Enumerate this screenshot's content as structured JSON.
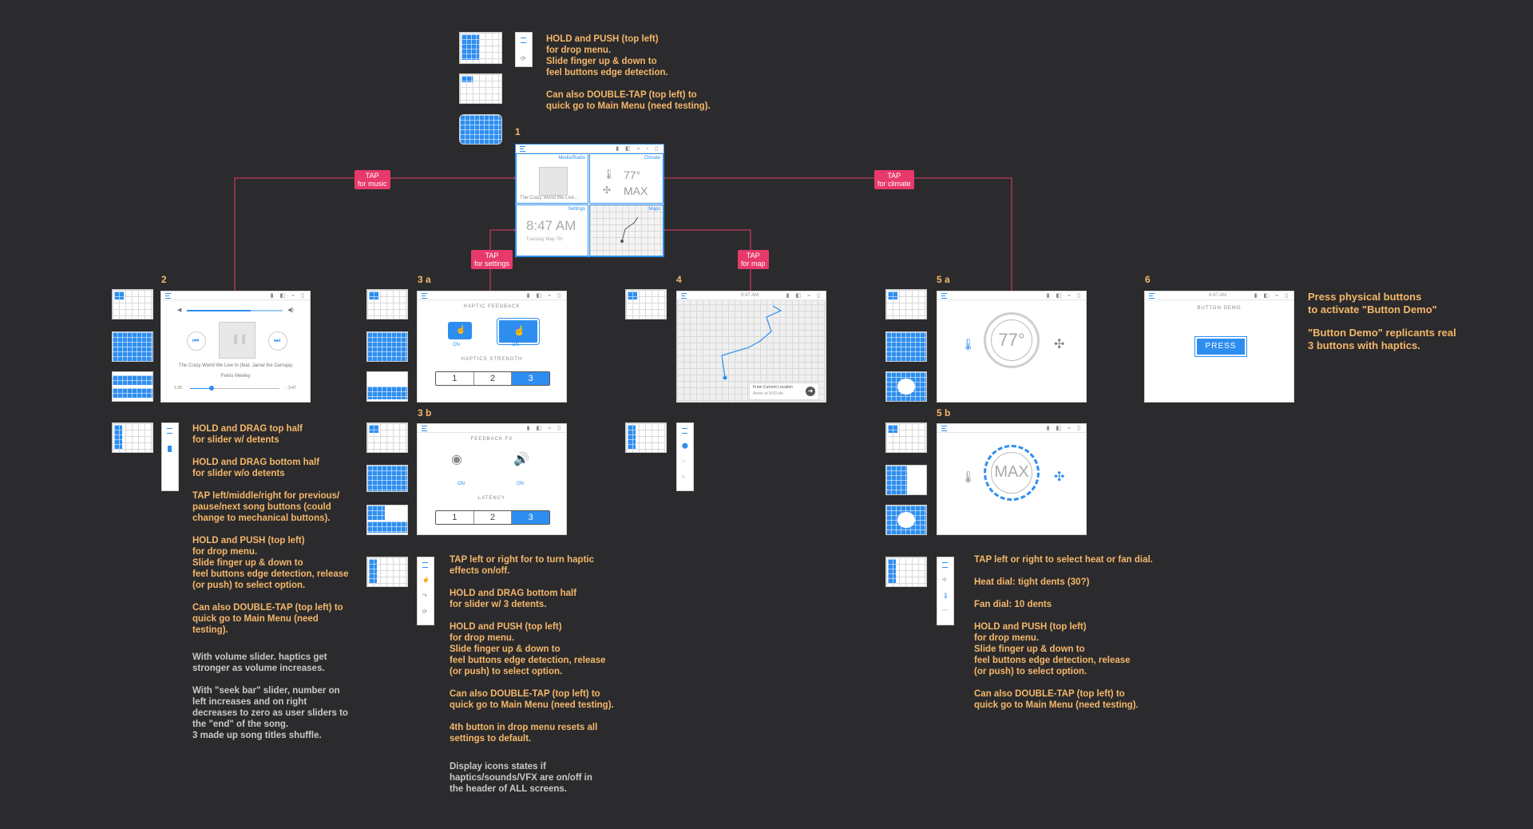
{
  "header_notes": {
    "top_right": "HOLD and PUSH (top left)\nfor drop menu.\nSlide finger up & down to\nfeel buttons edge detection.\n\nCan also DOUBLE-TAP (top left) to\nquick go to Main Menu (need testing)."
  },
  "screen_numbers": {
    "s1": "1",
    "s2": "2",
    "s3a": "3 a",
    "s3b": "3 b",
    "s4": "4",
    "s5a": "5 a",
    "s5b": "5 b",
    "s6": "6"
  },
  "tags": {
    "music": "TAP\nfor music",
    "settings": "TAP\nfor settings",
    "map": "TAP\nfor map",
    "climate": "TAP\nfor climate"
  },
  "main_menu": {
    "media_label": "Media/Radio",
    "climate_label": "Climate",
    "settings_label": "Settings",
    "maps_label": "Maps",
    "song": "The Crazy World We Live...",
    "temp": "77°",
    "fan": "MAX",
    "time": "8:47 AM",
    "date": "Tuesday May 7th"
  },
  "music": {
    "song": "The Crazy World We Live In (feat. Jamal the Damaja)",
    "artist": "Felvis Meeley",
    "elapsed": "1:26",
    "remaining": "- 3:47"
  },
  "haptics": {
    "title": "HAPTIC FEEDBACK",
    "on1": "ON",
    "on2": "ON",
    "strength_label": "HAPTICS STRENGTH",
    "options": [
      "1",
      "2",
      "3"
    ],
    "selected": 3
  },
  "feedback": {
    "title": "FEEDBACK FX",
    "on1": "ON",
    "on2": "ON",
    "latency_label": "LATENCY",
    "options": [
      "1",
      "2",
      "3"
    ],
    "selected": 3
  },
  "map": {
    "time": "8:47 AM",
    "from": "From Current Location",
    "arrive": "Arrive at 9:00 am"
  },
  "climate_a": {
    "temp": "77°"
  },
  "climate_b": {
    "fan": "MAX"
  },
  "demo": {
    "time": "8:47 AM",
    "title": "BUTTON DEMO",
    "button": "PRESS"
  },
  "notes": {
    "music_main": "HOLD and DRAG top half\nfor slider w/ detents\n\nHOLD and DRAG bottom half\nfor slider w/o detents\n\nTAP left/middle/right for previous/\npause/next song buttons (could\nchange to mechanical buttons).\n\nHOLD and PUSH (top left)\nfor drop menu.\nSlide finger up & down to\nfeel buttons edge detection, release\n(or push) to select option.\n\nCan also DOUBLE-TAP (top left) to\nquick go to Main Menu (need\ntesting).",
    "music_grey": "With volume slider. haptics get\nstronger as volume increases.\n\nWith \"seek bar\" slider, number on\nleft increases and on right\ndecreases to zero as user sliders to\nthe \"end\" of the song.\n3 made up song titles shuffle.",
    "settings_main": "TAP left or right for to turn haptic\neffects on/off.\n\nHOLD and DRAG bottom half\nfor slider w/ 3 detents.\n\nHOLD and PUSH (top left)\nfor drop menu.\nSlide finger up & down to\nfeel buttons edge detection, release\n(or push) to select option.\n\nCan also DOUBLE-TAP (top left) to\nquick go to Main Menu (need testing).\n\n4th button in drop menu resets all\nsettings to default.",
    "settings_grey": "Display icons states if\nhaptics/sounds/VFX are on/off in\nthe header of ALL screens.",
    "climate_main": "TAP left or right to select heat or fan dial.\n\nHeat dial: tight dents (30?)\n\nFan dial: 10 dents\n\nHOLD and PUSH (top left)\nfor drop menu.\nSlide finger up & down to\nfeel buttons edge detection, release\n(or push) to select option.\n\nCan also DOUBLE-TAP (top left) to\nquick go to Main Menu (need testing).",
    "demo_main": "Press physical buttons\nto activate \"Button Demo\"",
    "demo_sub": "\"Button Demo\" replicants real\n3 buttons  with haptics."
  }
}
